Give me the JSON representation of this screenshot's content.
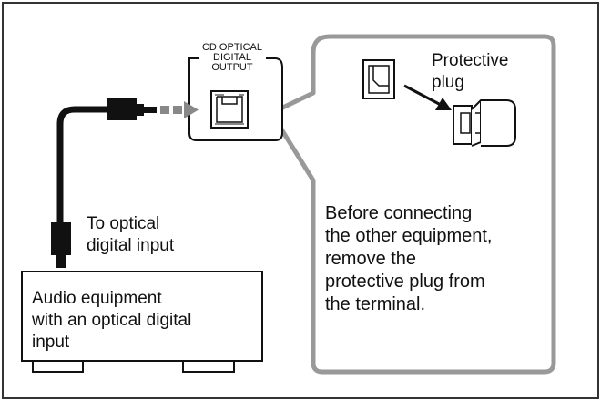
{
  "diagram": {
    "port_label_line1": "CD OPTICAL",
    "port_label_line2": "DIGITAL",
    "port_label_line3": "OUTPUT",
    "plug_label_line1": "Protective",
    "plug_label_line2": "plug",
    "cable_label_line1": "To optical",
    "cable_label_line2": "digital input",
    "equipment_label_line1": "Audio equipment",
    "equipment_label_line2": "with an optical digital",
    "equipment_label_line3": "input",
    "instruction_line1": "Before connecting",
    "instruction_line2": "the other equipment,",
    "instruction_line3": "remove the",
    "instruction_line4": "protective plug from",
    "instruction_line5": "the terminal.",
    "colors": {
      "arrow": "#888888",
      "callout_border": "#999999",
      "frame": "#333333",
      "ink": "#111111"
    }
  }
}
